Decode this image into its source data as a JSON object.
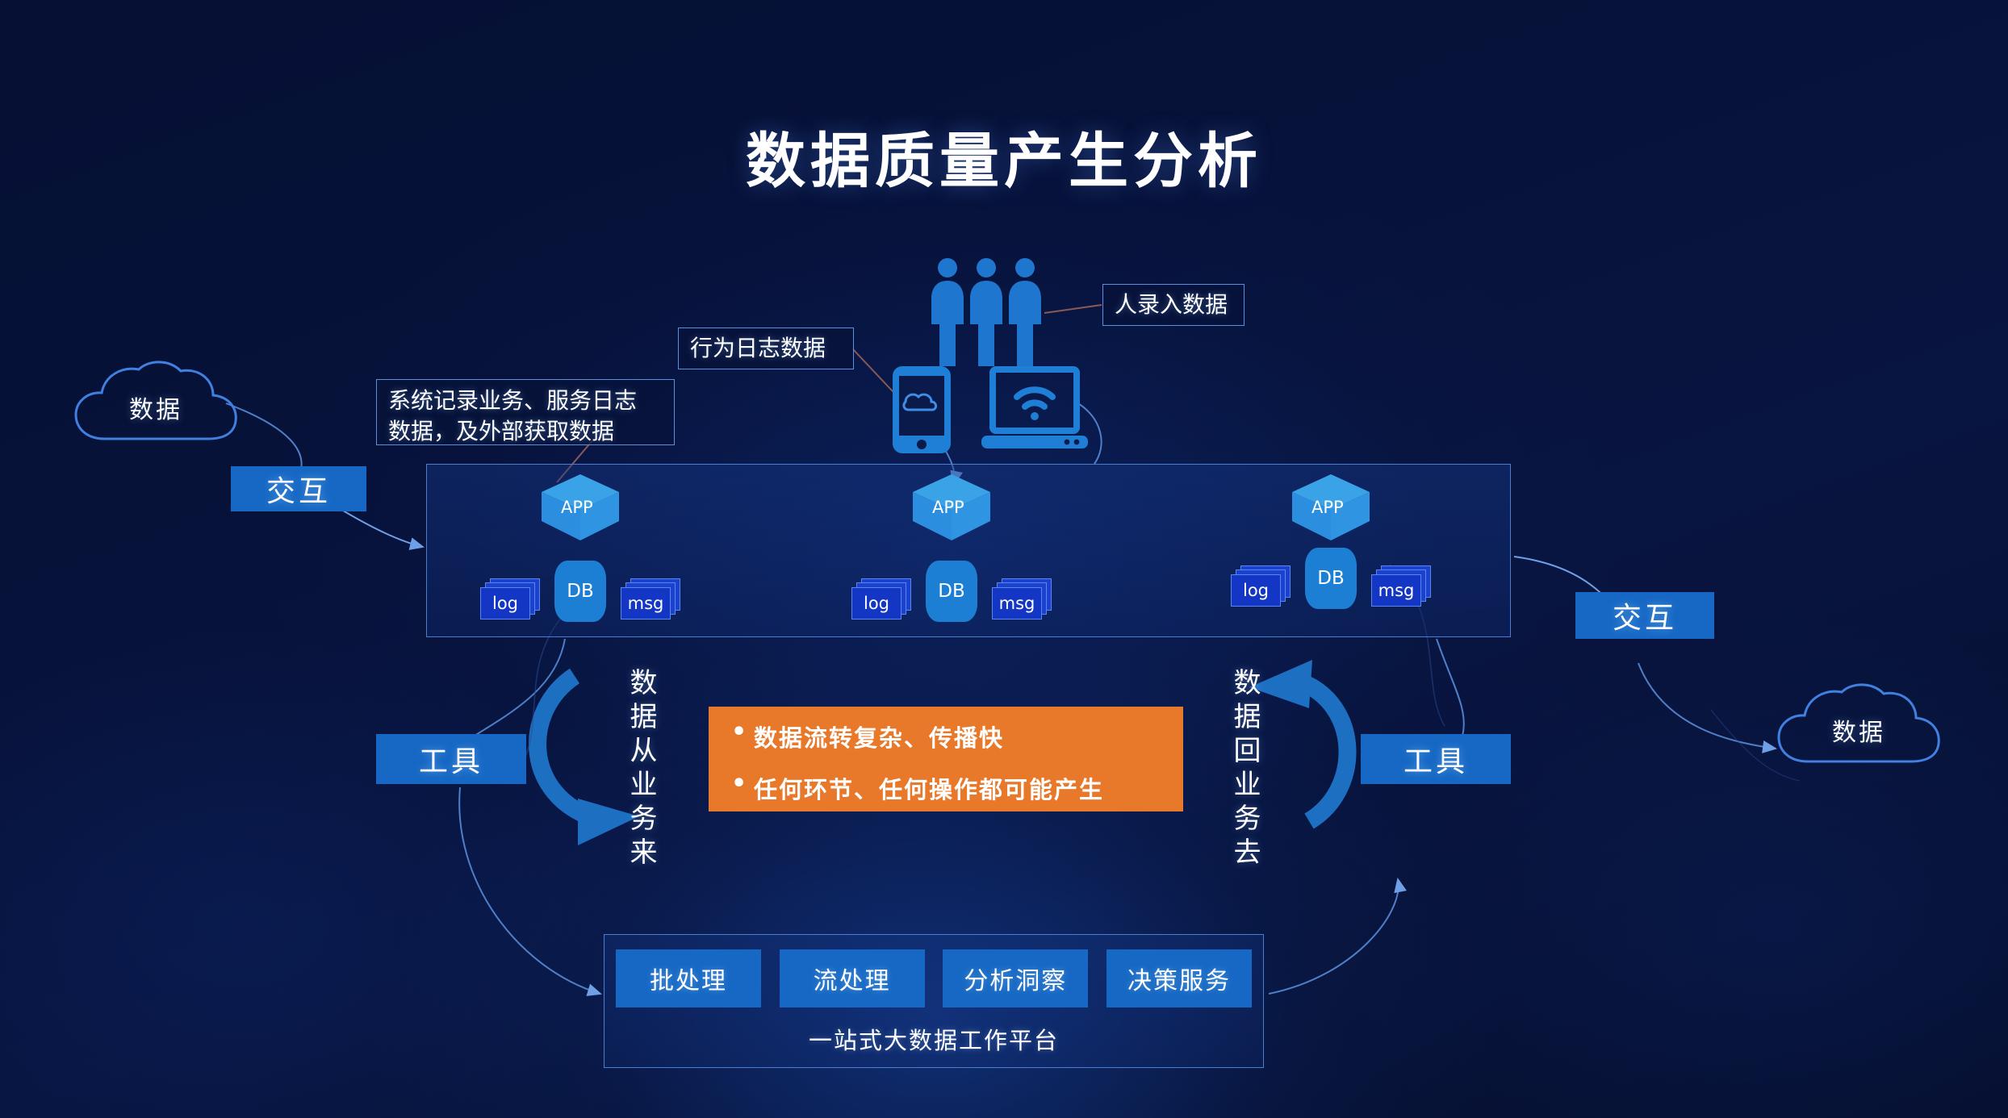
{
  "title": "数据质量产生分析",
  "colors": {
    "background": "#061034",
    "accent_blue": "#1668c4",
    "line_blue": "#5b8fe0",
    "highlight_orange": "#e8792b",
    "panel_border": "#4a7fd0",
    "icon_blue": "#1f7fd6",
    "text_white": "#ffffff"
  },
  "callouts": [
    {
      "id": "behavior-log",
      "text": "行为日志数据"
    },
    {
      "id": "system-log",
      "text": "系统记录业务、服务日志\n数据，及外部获取数据"
    },
    {
      "id": "human-entry",
      "text": "人录入数据"
    }
  ],
  "clouds": [
    {
      "id": "left-cloud",
      "label": "数据"
    },
    {
      "id": "right-cloud",
      "label": "数据"
    }
  ],
  "chips": [
    {
      "id": "interaction-left",
      "label": "交互"
    },
    {
      "id": "interaction-right",
      "label": "交互"
    },
    {
      "id": "tools-left",
      "label": "工具"
    },
    {
      "id": "tools-right",
      "label": "工具"
    }
  ],
  "servers": {
    "groups": [
      {
        "app": "APP",
        "log": "log",
        "db": "DB",
        "msg": "msg"
      },
      {
        "app": "APP",
        "log": "log",
        "db": "DB",
        "msg": "msg"
      },
      {
        "app": "APP",
        "log": "log",
        "db": "DB",
        "msg": "msg"
      }
    ]
  },
  "vertical_labels": [
    {
      "id": "data-from-business",
      "text": "数据从业务来"
    },
    {
      "id": "data-back-to-business",
      "text": "数据回业务去"
    }
  ],
  "highlight": {
    "bullets": [
      "数据流转复杂、传播快",
      "任何环节、任何操作都可能产生"
    ]
  },
  "platform": {
    "chips": [
      "批处理",
      "流处理",
      "分析洞察",
      "决策服务"
    ],
    "caption": "一站式大数据工作平台"
  },
  "icons": {
    "people": "people-group-icon",
    "phone": "mobile-phone-cloud-icon",
    "laptop": "laptop-wifi-icon"
  }
}
